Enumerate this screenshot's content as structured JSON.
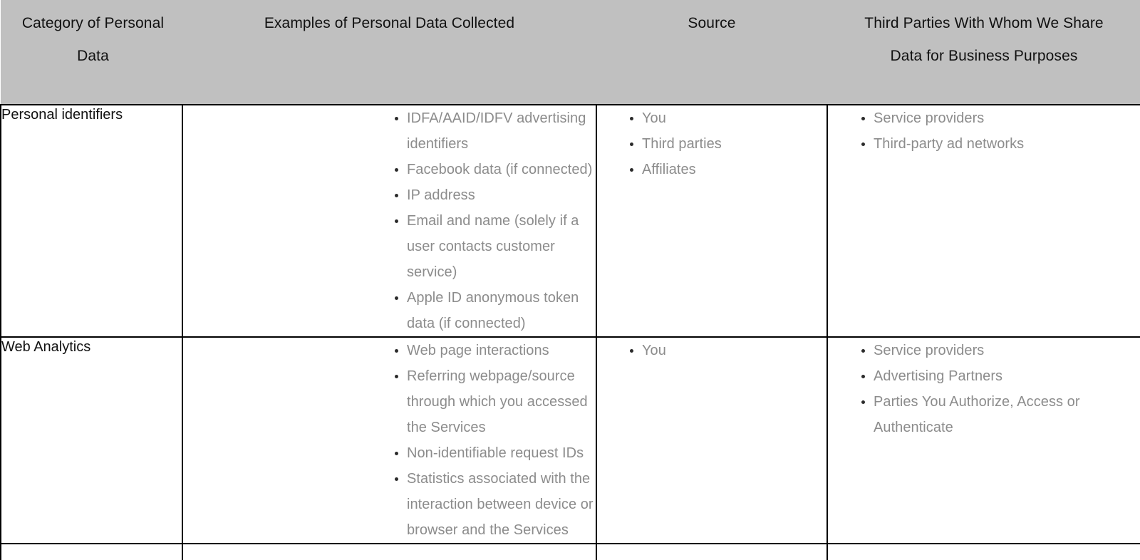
{
  "table": {
    "headers": [
      {
        "line1": "Category of Personal",
        "line2": "Data"
      },
      {
        "line1": "Examples of Personal Data Collected",
        "line2": ""
      },
      {
        "line1": "Source",
        "line2": ""
      },
      {
        "line1": "Third Parties With Whom We Share",
        "line2": "Data for Business Purposes"
      }
    ],
    "rows": [
      {
        "category": "Personal identifiers",
        "examples": [
          "IDFA/AAID/IDFV advertising identifiers",
          "Facebook data (if connected)",
          "IP address",
          "Email and name (solely if a user contacts customer service)",
          "Apple ID anonymous token data (if connected)"
        ],
        "source": [
          "You",
          "Third parties",
          "Affiliates"
        ],
        "third_parties": [
          "Service providers",
          "Third-party ad networks"
        ]
      },
      {
        "category": "Web Analytics",
        "examples": [
          "Web page interactions",
          "Referring webpage/source through which you accessed the Services",
          "Non-identifiable request IDs",
          "Statistics associated with the interaction between device or browser and the Services"
        ],
        "source": [
          "You"
        ],
        "third_parties": [
          "Service providers",
          "Advertising Partners",
          "Parties You Authorize, Access or Authenticate"
        ]
      }
    ],
    "colors": {
      "header_background": "#c0c0c0",
      "header_text": "#111111",
      "category_text": "#111111",
      "bullet_text": "#8c8c8c",
      "bullet_marker": "#2b2b2b",
      "border": "#000000",
      "cell_background": "#ffffff"
    }
  }
}
